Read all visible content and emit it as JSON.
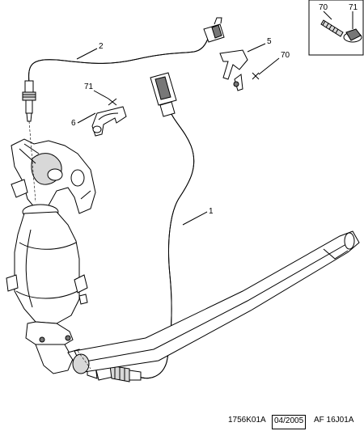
{
  "callouts": {
    "c1": "1",
    "c2": "2",
    "c5": "5",
    "c6": "6",
    "c70_main": "70",
    "c71_main": "71",
    "c70_inset": "70",
    "c71_inset": "71"
  },
  "footer": {
    "ref": "1756K01A",
    "date": "04/2005",
    "code": "AF 16J01A"
  }
}
